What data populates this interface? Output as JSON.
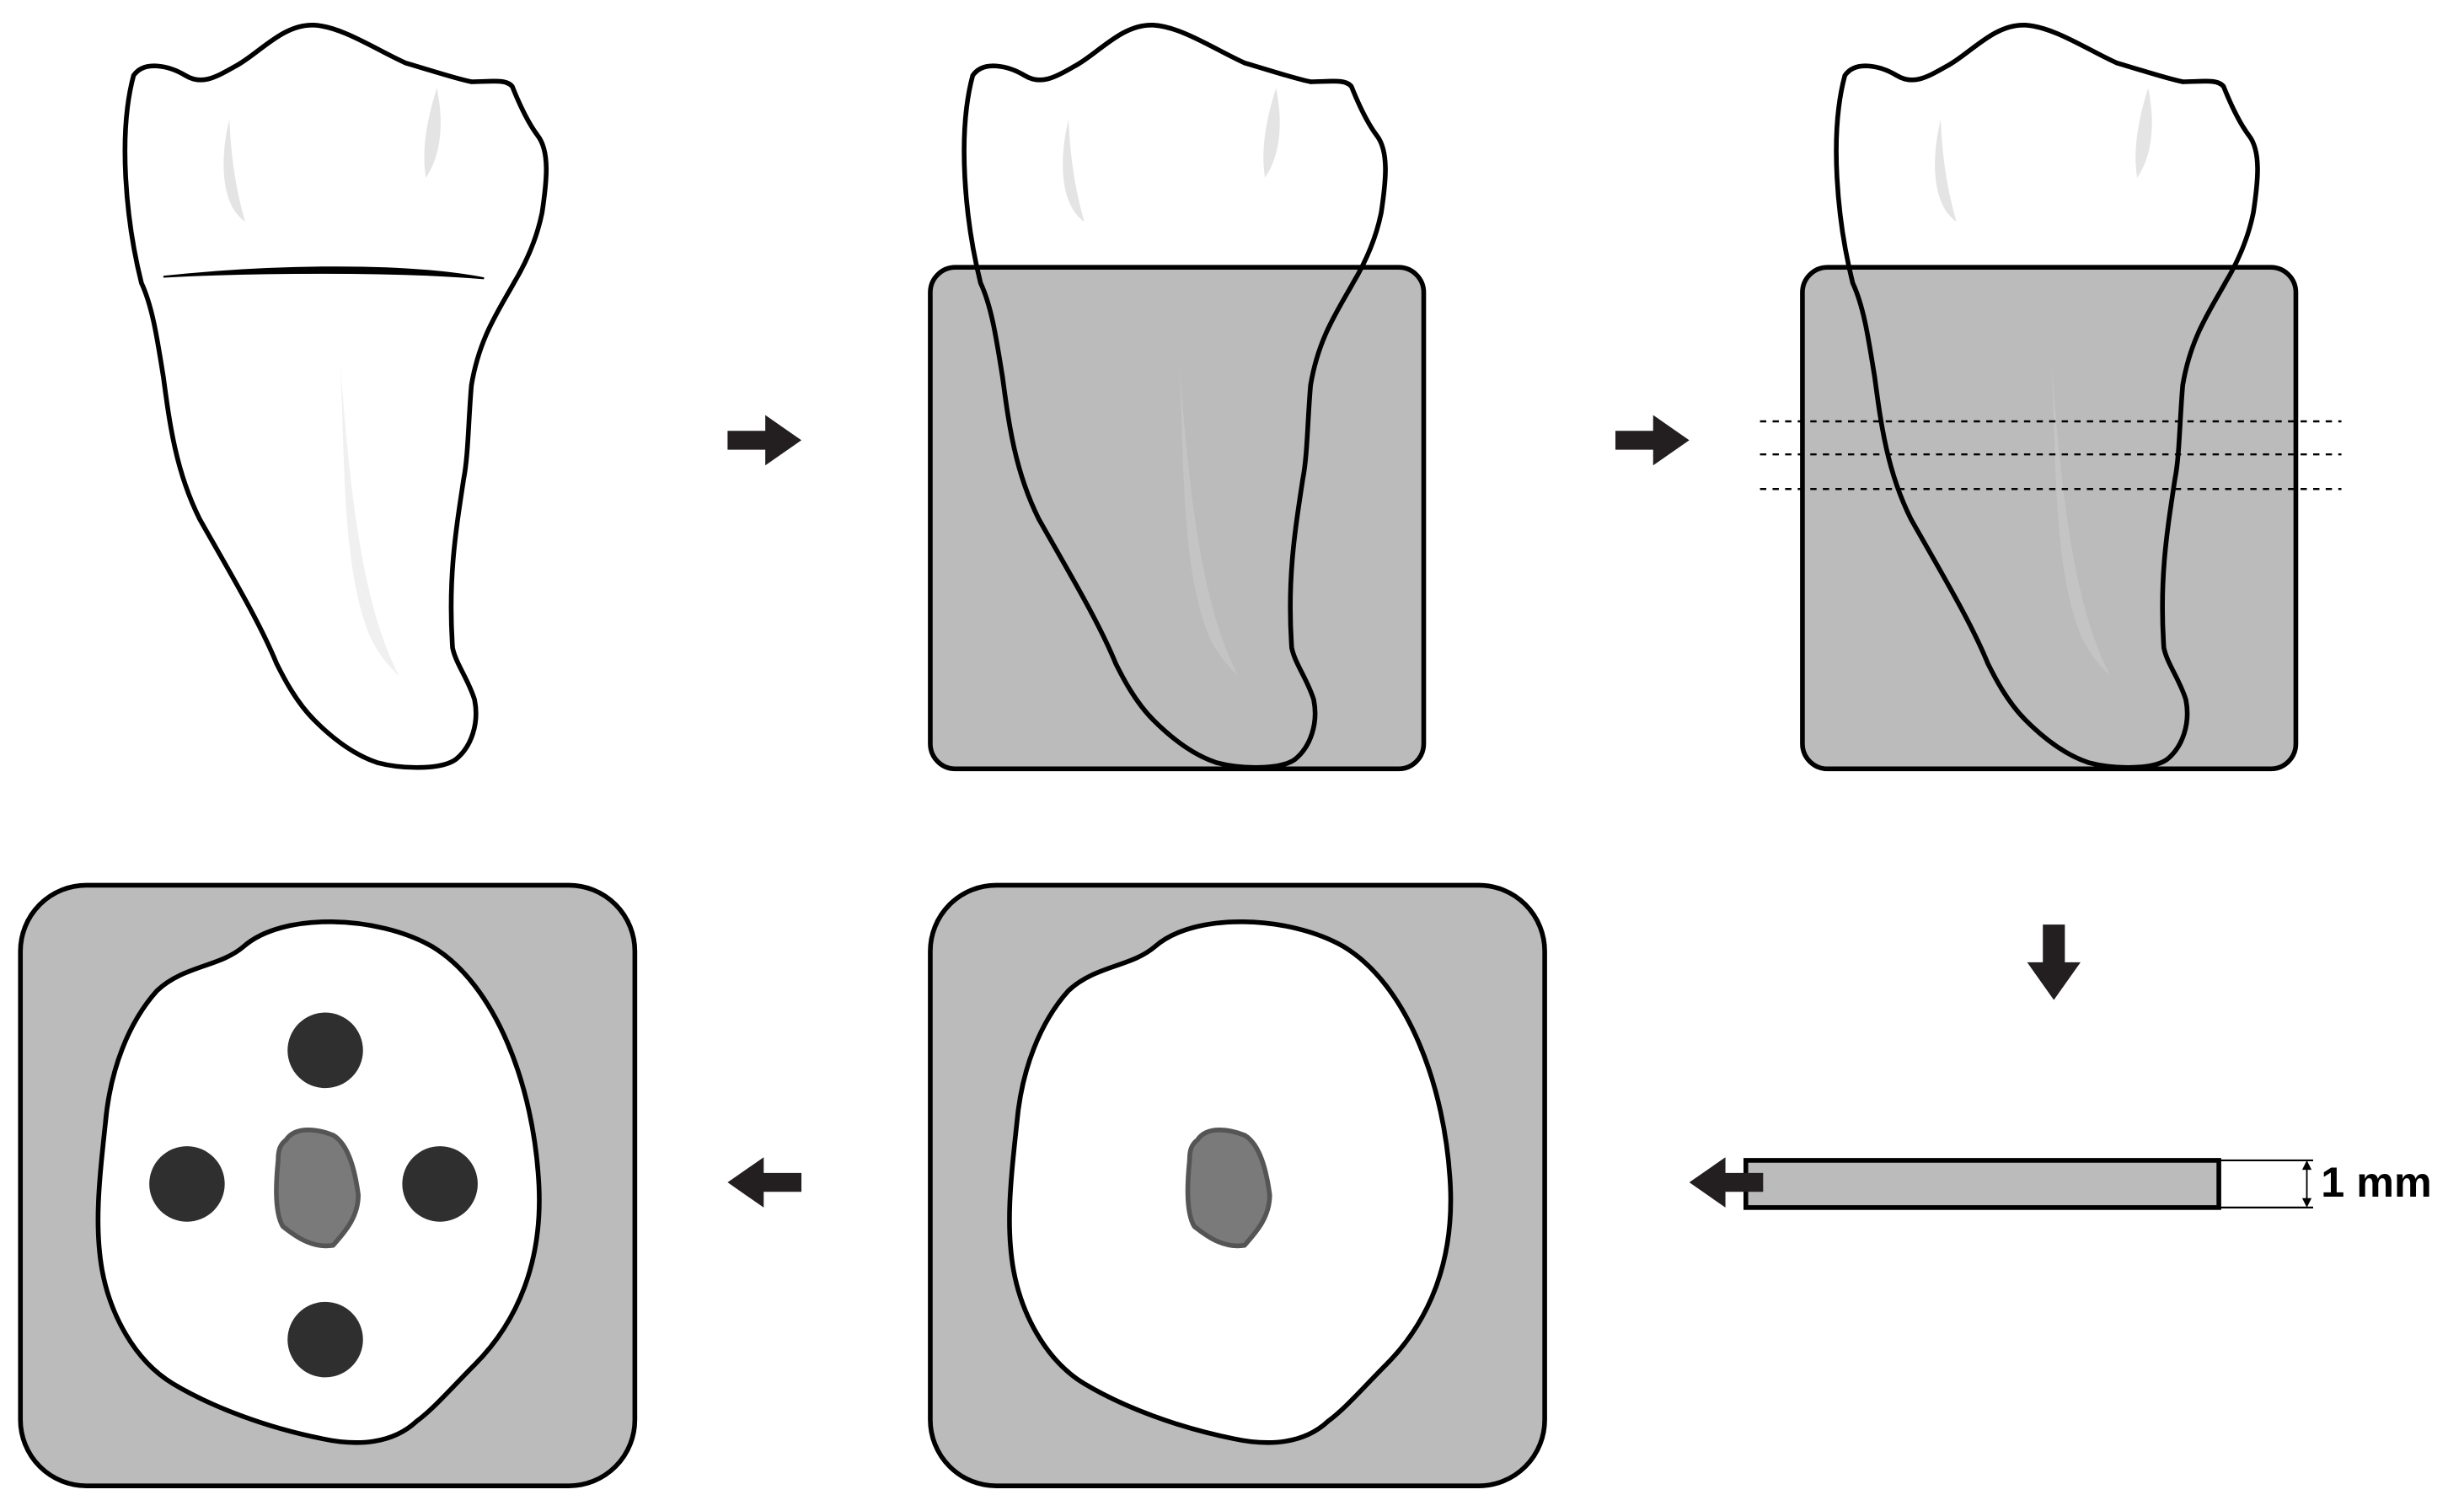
{
  "diagram": {
    "thickness_label": "1 mm",
    "colors": {
      "outline": "#000000",
      "block": "#bbbbbb",
      "tooth": "#ffffff",
      "shading": "#e4e4e4",
      "canal": "#7a7a7a",
      "canal_outline": "#555555",
      "dot": "#2f2f2f",
      "arrow": "#231f20"
    },
    "steps": [
      {
        "id": "extracted-tooth"
      },
      {
        "id": "tooth-embedded-in-resin"
      },
      {
        "id": "tooth-block-with-cut-lines"
      },
      {
        "id": "one-mm-slice"
      },
      {
        "id": "root-cross-section"
      },
      {
        "id": "cross-section-with-four-dots"
      }
    ],
    "arrows": [
      "right",
      "right",
      "down",
      "left",
      "left"
    ]
  }
}
